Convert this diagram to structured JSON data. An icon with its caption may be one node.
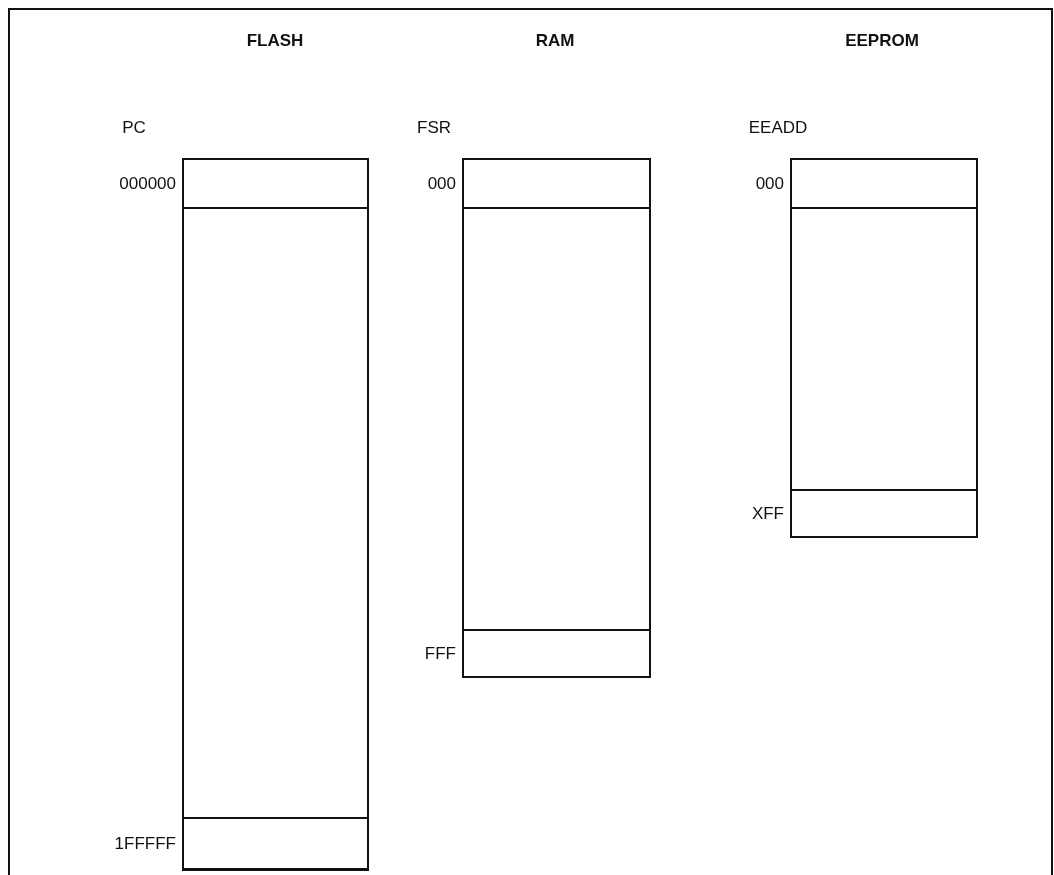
{
  "diagram": {
    "nodes": [
      {
        "text": [],
        "shape": "box"
      },
      {
        "text": [],
        "shape": "box",
        "in": 0,
        "beside": [
          "000000"
        ]
      },
      {
        "text": [],
        "shape": "box",
        "in": 0,
        "beside": [
          "1FFFFF"
        ]
      },
      {
        "text": [],
        "shape": "box"
      },
      {
        "text": [],
        "shape": "box",
        "in": 3,
        "beside": [
          "000"
        ]
      },
      {
        "text": [],
        "shape": "box",
        "in": 3,
        "beside": [
          "FFF"
        ]
      },
      {
        "text": [],
        "shape": "box"
      },
      {
        "text": [],
        "shape": "box",
        "in": 6,
        "beside": [
          "000"
        ]
      },
      {
        "text": [],
        "shape": "box",
        "in": 6,
        "beside": [
          "XFF"
        ]
      }
    ],
    "labels": [
      "FLASH",
      "RAM",
      "EEPROM",
      "PC",
      "FSR",
      "EEADD"
    ]
  }
}
